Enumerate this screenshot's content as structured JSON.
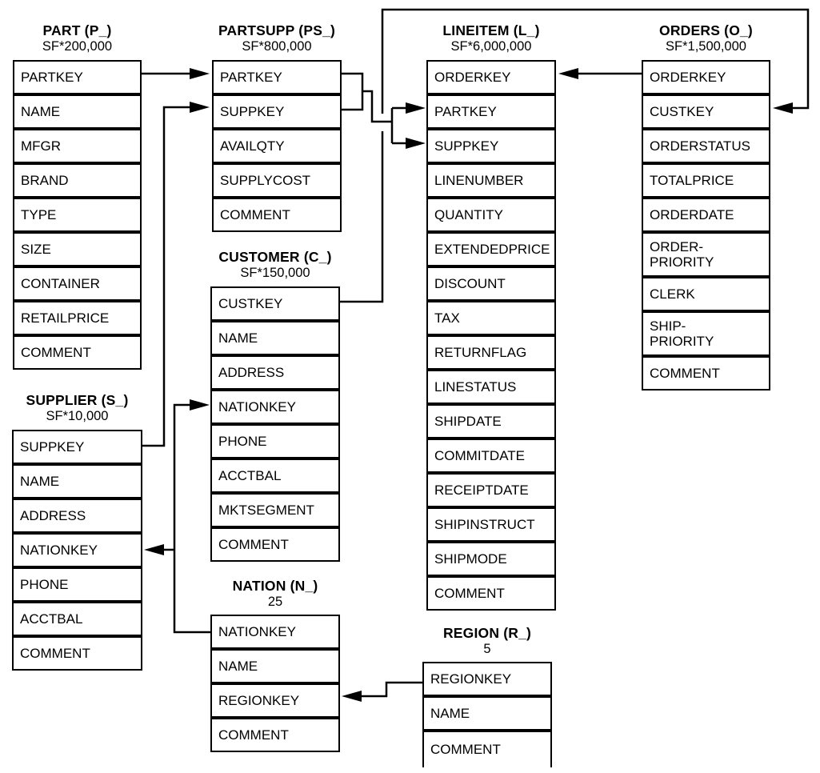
{
  "colors": {
    "line": "#000000",
    "background": "#ffffff",
    "text": "#000000"
  },
  "tables": {
    "part": {
      "title": "PART (P_)",
      "cardinality": "SF*200,000",
      "columns": [
        "PARTKEY",
        "NAME",
        "MFGR",
        "BRAND",
        "TYPE",
        "SIZE",
        "CONTAINER",
        "RETAILPRICE",
        "COMMENT"
      ]
    },
    "partsupp": {
      "title": "PARTSUPP (PS_)",
      "cardinality": "SF*800,000",
      "columns": [
        "PARTKEY",
        "SUPPKEY",
        "AVAILQTY",
        "SUPPLYCOST",
        "COMMENT"
      ]
    },
    "lineitem": {
      "title": "LINEITEM (L_)",
      "cardinality": "SF*6,000,000",
      "columns": [
        "ORDERKEY",
        "PARTKEY",
        "SUPPKEY",
        "LINENUMBER",
        "QUANTITY",
        "EXTENDEDPRICE",
        "DISCOUNT",
        "TAX",
        "RETURNFLAG",
        "LINESTATUS",
        "SHIPDATE",
        "COMMITDATE",
        "RECEIPTDATE",
        "SHIPINSTRUCT",
        "SHIPMODE",
        "COMMENT"
      ]
    },
    "orders": {
      "title": "ORDERS (O_)",
      "cardinality": "SF*1,500,000",
      "columns": [
        "ORDERKEY",
        "CUSTKEY",
        "ORDERSTATUS",
        "TOTALPRICE",
        "ORDERDATE",
        "ORDER-\nPRIORITY",
        "CLERK",
        "SHIP-\nPRIORITY",
        "COMMENT"
      ]
    },
    "customer": {
      "title": "CUSTOMER (C_)",
      "cardinality": "SF*150,000",
      "columns": [
        "CUSTKEY",
        "NAME",
        "ADDRESS",
        "NATIONKEY",
        "PHONE",
        "ACCTBAL",
        "MKTSEGMENT",
        "COMMENT"
      ]
    },
    "supplier": {
      "title": "SUPPLIER (S_)",
      "cardinality": "SF*10,000",
      "columns": [
        "SUPPKEY",
        "NAME",
        "ADDRESS",
        "NATIONKEY",
        "PHONE",
        "ACCTBAL",
        "COMMENT"
      ]
    },
    "nation": {
      "title": "NATION (N_)",
      "cardinality": "25",
      "columns": [
        "NATIONKEY",
        "NAME",
        "REGIONKEY",
        "COMMENT"
      ]
    },
    "region": {
      "title": "REGION (R_)",
      "cardinality": "5",
      "columns": [
        "REGIONKEY",
        "NAME",
        "COMMENT"
      ]
    }
  },
  "relationships": [
    {
      "arrow_from": "PART.PARTKEY",
      "arrow_to": "PARTSUPP.PARTKEY"
    },
    {
      "arrow_from": "SUPPLIER.SUPPKEY",
      "arrow_to": "PARTSUPP.SUPPKEY"
    },
    {
      "arrow_from": "PARTSUPP.PARTKEY",
      "arrow_to": "LINEITEM.PARTKEY"
    },
    {
      "arrow_from": "PARTSUPP.SUPPKEY",
      "arrow_to": "LINEITEM.SUPPKEY"
    },
    {
      "arrow_from": "ORDERS.ORDERKEY",
      "arrow_to": "LINEITEM.ORDERKEY"
    },
    {
      "arrow_from": "CUSTOMER.CUSTKEY",
      "arrow_to": "ORDERS.CUSTKEY"
    },
    {
      "arrow_from": "NATION.NATIONKEY",
      "arrow_to": "CUSTOMER.NATIONKEY"
    },
    {
      "arrow_from": "NATION.NATIONKEY",
      "arrow_to": "SUPPLIER.NATIONKEY"
    },
    {
      "arrow_from": "REGION.REGIONKEY",
      "arrow_to": "NATION.REGIONKEY"
    }
  ]
}
